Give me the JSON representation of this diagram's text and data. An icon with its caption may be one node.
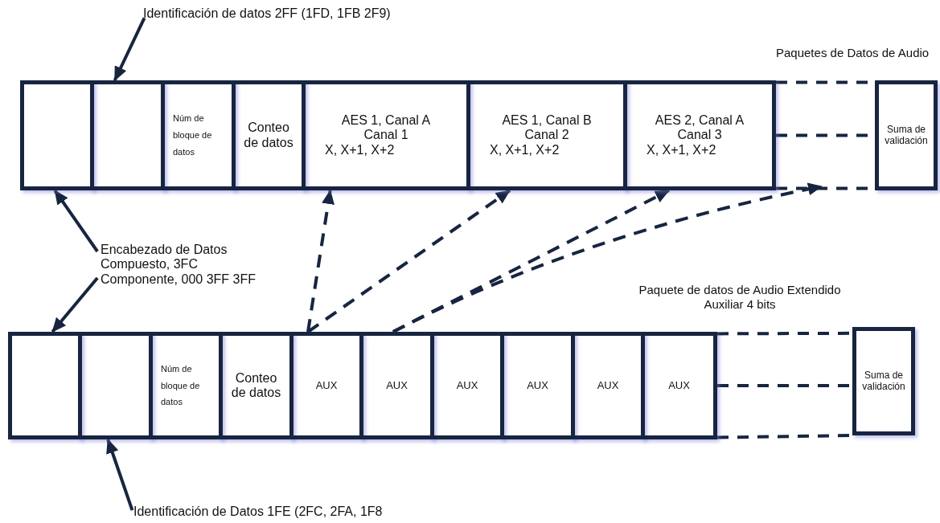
{
  "diagram": {
    "nodes": [
      {
        "text": [
          "Identificación de datos 2FF (1FD, 1FB 2F9)"
        ]
      },
      {
        "text": [],
        "shape": "box"
      },
      {
        "text": [],
        "shape": "box"
      },
      {
        "text": [
          "Núm de bloque de datos"
        ]
      },
      {
        "text": [
          "Conteo de datos"
        ]
      },
      {
        "text": [
          "AES 1, Canal A",
          "Canal 1",
          "X, X+1, X+2"
        ]
      },
      {
        "text": [
          "AES 1, Canal B",
          "Canal 2",
          "X, X+1, X+2"
        ]
      },
      {
        "text": [
          "AES 2, Canal A",
          "Canal 3",
          "X, X+1, X+2"
        ]
      },
      {
        "text": [
          "Suma de validación"
        ]
      },
      {
        "text": [
          "Encabezado de Datos",
          "Compuesto, 3FC",
          "Componente, 000 3FF 3FF"
        ]
      },
      {
        "text": [],
        "shape": "box"
      },
      {
        "text": [],
        "shape": "box"
      },
      {
        "text": [
          "Núm de bloque de datos"
        ]
      },
      {
        "text": [
          "Conteo de datos"
        ]
      },
      {
        "text": [
          "AUX"
        ]
      },
      {
        "text": [
          "AUX"
        ]
      },
      {
        "text": [
          "AUX"
        ]
      },
      {
        "text": [
          "AUX"
        ]
      },
      {
        "text": [
          "AUX"
        ]
      },
      {
        "text": [
          "AUX"
        ]
      },
      {
        "text": [
          "Suma de validación"
        ]
      },
      {
        "text": [
          "Identificación de Datos 1FE (2FC, 2FA, 1F8"
        ]
      }
    ],
    "edges": [
      {
        "from": 0,
        "to": 2,
        "arrow": "to"
      },
      {
        "from": 9,
        "to": 1,
        "arrow": "to"
      },
      {
        "from": 9,
        "to": 10,
        "arrow": "to"
      },
      {
        "from": 21,
        "to": 11,
        "arrow": "to"
      },
      {
        "from": 14,
        "to": 5,
        "arrow": "to",
        "style": "dashed"
      },
      {
        "from": 14,
        "to": 6,
        "arrow": "to",
        "style": "dashed"
      },
      {
        "from": 15,
        "to": 7,
        "arrow": "to",
        "style": "dashed"
      },
      {
        "from": 15,
        "to": null,
        "arrow": "to",
        "style": "dashed"
      },
      {
        "from": 7,
        "to": 8,
        "arrow": "none",
        "style": "dashed"
      },
      {
        "from": 7,
        "to": 8,
        "arrow": "none",
        "style": "dashed"
      },
      {
        "from": 7,
        "to": 8,
        "arrow": "none",
        "style": "dashed"
      },
      {
        "from": 19,
        "to": 20,
        "arrow": "none",
        "style": "dashed"
      },
      {
        "from": 19,
        "to": 20,
        "arrow": "none",
        "style": "dashed"
      },
      {
        "from": 19,
        "to": 20,
        "arrow": "none",
        "style": "dashed"
      }
    ],
    "labels": [
      "Paquetes de Datos de Audio",
      "Paquete de datos de Audio Extendido Auxiliar 4 bits"
    ]
  }
}
